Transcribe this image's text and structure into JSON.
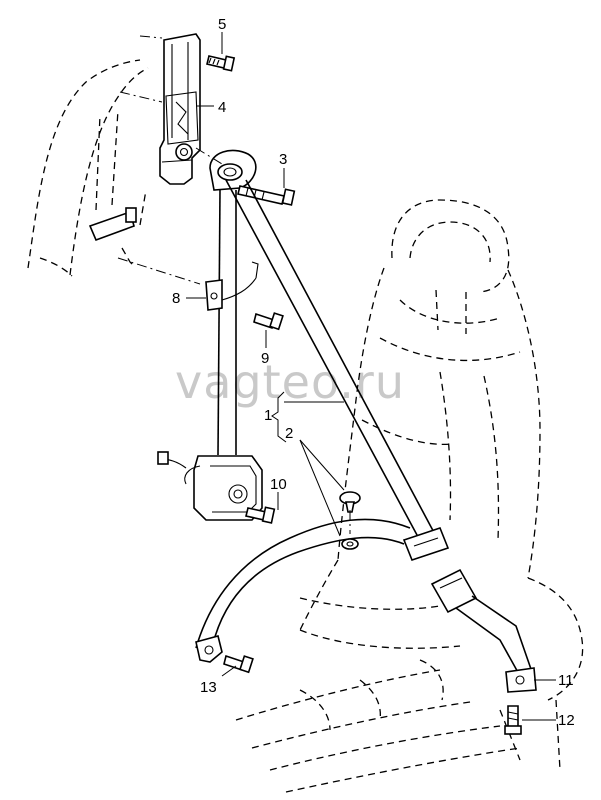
{
  "watermark": "vagteo.ru",
  "callouts": {
    "c1": "1",
    "c2": "2",
    "c3": "3",
    "c4": "4",
    "c5": "5",
    "c8": "8",
    "c9": "9",
    "c10": "10",
    "c11": "11",
    "c12": "12",
    "c13": "13"
  }
}
